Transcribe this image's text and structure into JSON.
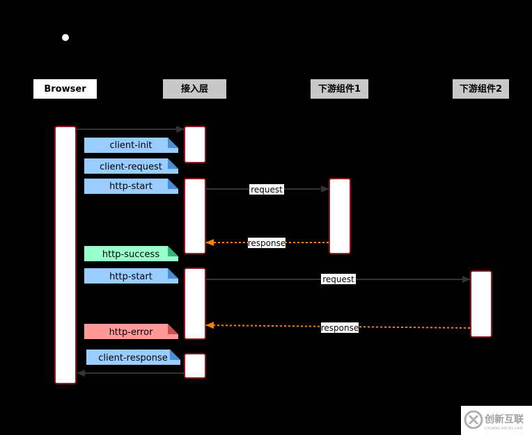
{
  "participants": {
    "browser": "Browser",
    "gateway": "接入层",
    "downstream1": "下游组件1",
    "downstream2": "下游组件2"
  },
  "notes": {
    "client_init": "client-init",
    "client_request": "client-request",
    "http_start_1": "http-start",
    "http_success": "http-success",
    "http_start_2": "http-start",
    "http_error": "http-error",
    "client_response": "client-response"
  },
  "messages": {
    "request_1": "request",
    "response_1": "response",
    "request_2": "request",
    "response_2": "response"
  },
  "watermark": {
    "text": "创新互联",
    "subtext": "CHUANG XIN HU LIAN"
  },
  "colors": {
    "background": "#000000",
    "activation_border": "#8b1a1a",
    "note_info": "#99ccff",
    "note_info_fold": "#4a8fd6",
    "note_success": "#99ffcc",
    "note_success_fold": "#33b37a",
    "note_error": "#ff9999",
    "note_error_fold": "#cc5050",
    "participant_box": "#c8c8c8",
    "arrow_solid": "#333333",
    "arrow_dashed": "#ff8000"
  }
}
